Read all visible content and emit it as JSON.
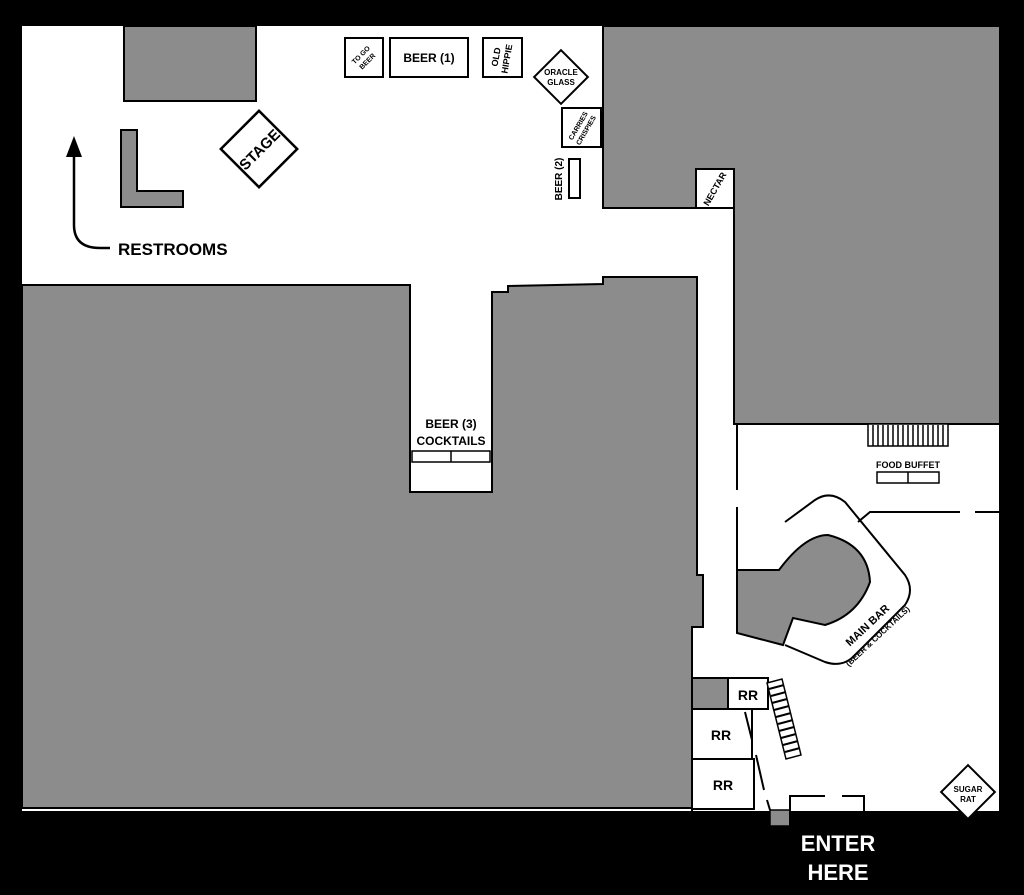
{
  "colors": {
    "frame": "#000000",
    "floor": "#ffffff",
    "blocked": "#8c8c8c",
    "outline": "#000000"
  },
  "labels": {
    "to_go_beer_1": "TO GO",
    "to_go_beer_2": "BEER",
    "beer_1": "BEER (1)",
    "old_hippie_1": "OLD",
    "old_hippie_2": "HIPPIE",
    "oracle_glass_1": "ORACLE",
    "oracle_glass_2": "GLASS",
    "carries_crispies_1": "CARRIES",
    "carries_crispies_2": "CRISPIES",
    "beer_2": "BEER (2)",
    "nectar": "NECTAR",
    "stage": "STAGE",
    "restrooms": "RESTROOMS",
    "beer_3": "BEER (3)",
    "cocktails": "COCKTAILS",
    "food_buffet": "FOOD BUFFET",
    "main_bar": "MAIN BAR",
    "main_bar_sub": "(BEER & COCKTAILS)",
    "rr_1": "RR",
    "rr_2": "RR",
    "rr_3": "RR",
    "sugar_rat_1": "SUGAR",
    "sugar_rat_2": "RAT",
    "enter_1": "ENTER",
    "enter_2": "HERE"
  },
  "icons": {
    "restroom_direction": "arrow-up-icon"
  }
}
